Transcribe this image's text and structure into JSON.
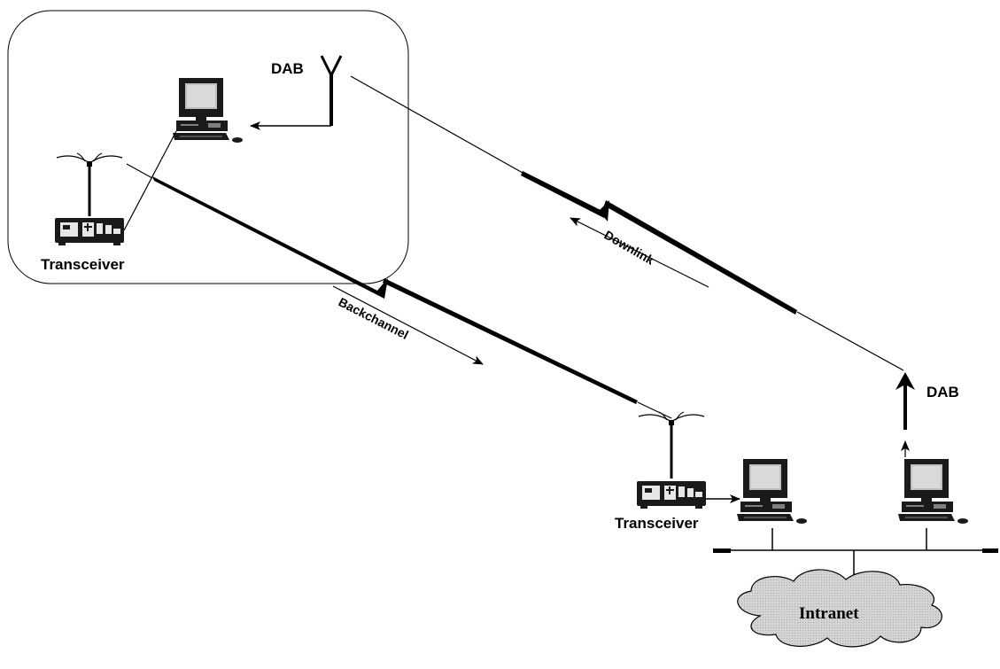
{
  "labels": {
    "remote_transceiver": "Transceiver",
    "remote_dab": "DAB",
    "backchannel": "Backchannel",
    "downlink": "Downlink",
    "base_transceiver": "Transceiver",
    "base_dab": "DAB",
    "intranet": "Intranet"
  },
  "icons": {
    "computer": "desktop-computer-icon",
    "transceiver": "radio-transceiver-icon",
    "antenna": "dab-antenna-icon",
    "cloud": "intranet-cloud-icon"
  }
}
